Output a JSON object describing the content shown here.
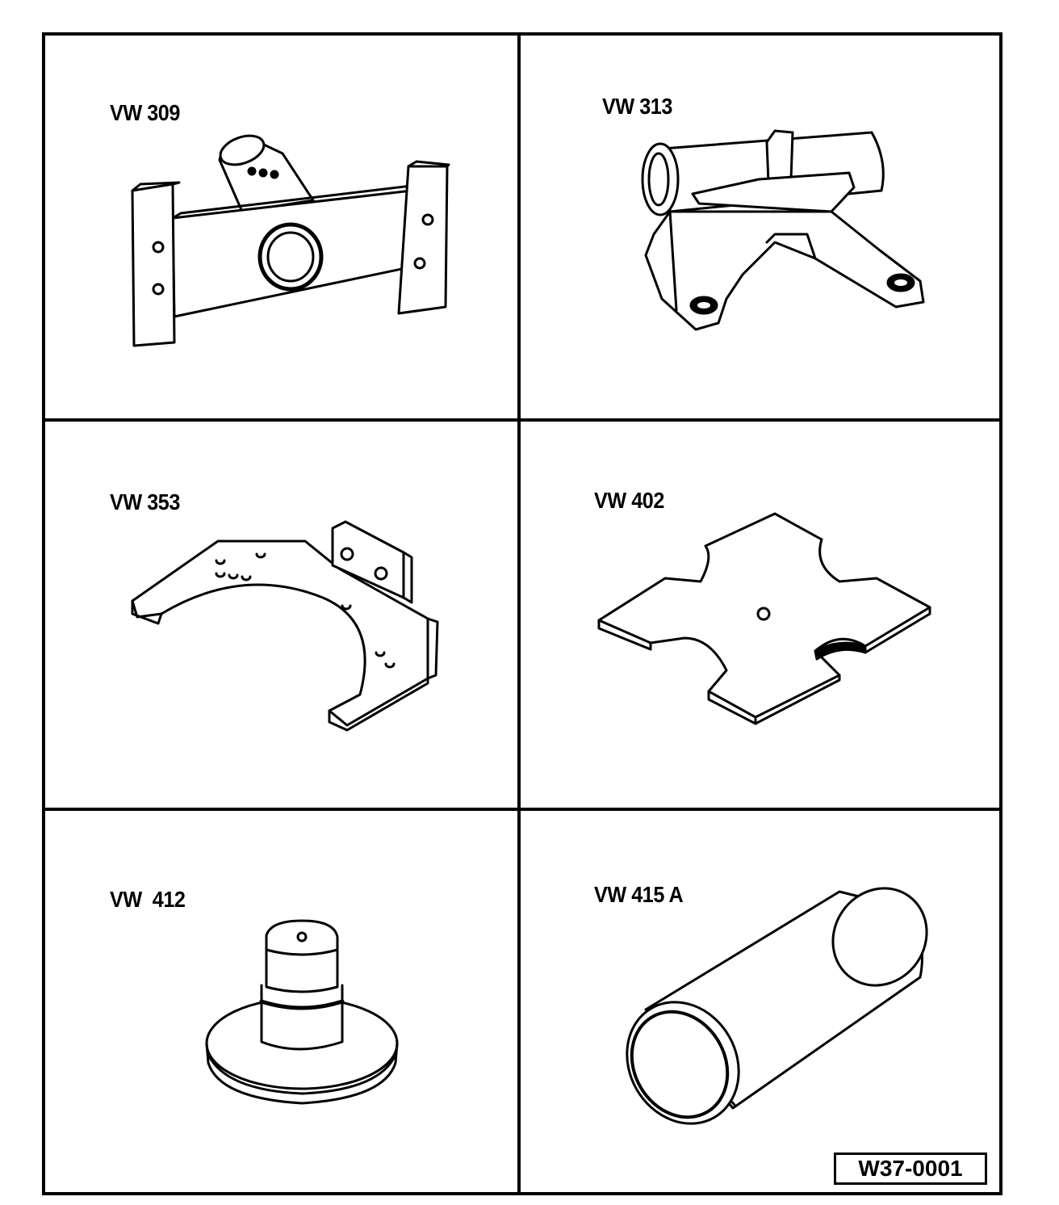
{
  "tools": [
    {
      "label": "VW 309"
    },
    {
      "label": "VW 313"
    },
    {
      "label": "VW 353"
    },
    {
      "label": "VW 402"
    },
    {
      "label": "VW  412"
    },
    {
      "label": "VW 415 A"
    }
  ],
  "figure_code": "W37-0001"
}
